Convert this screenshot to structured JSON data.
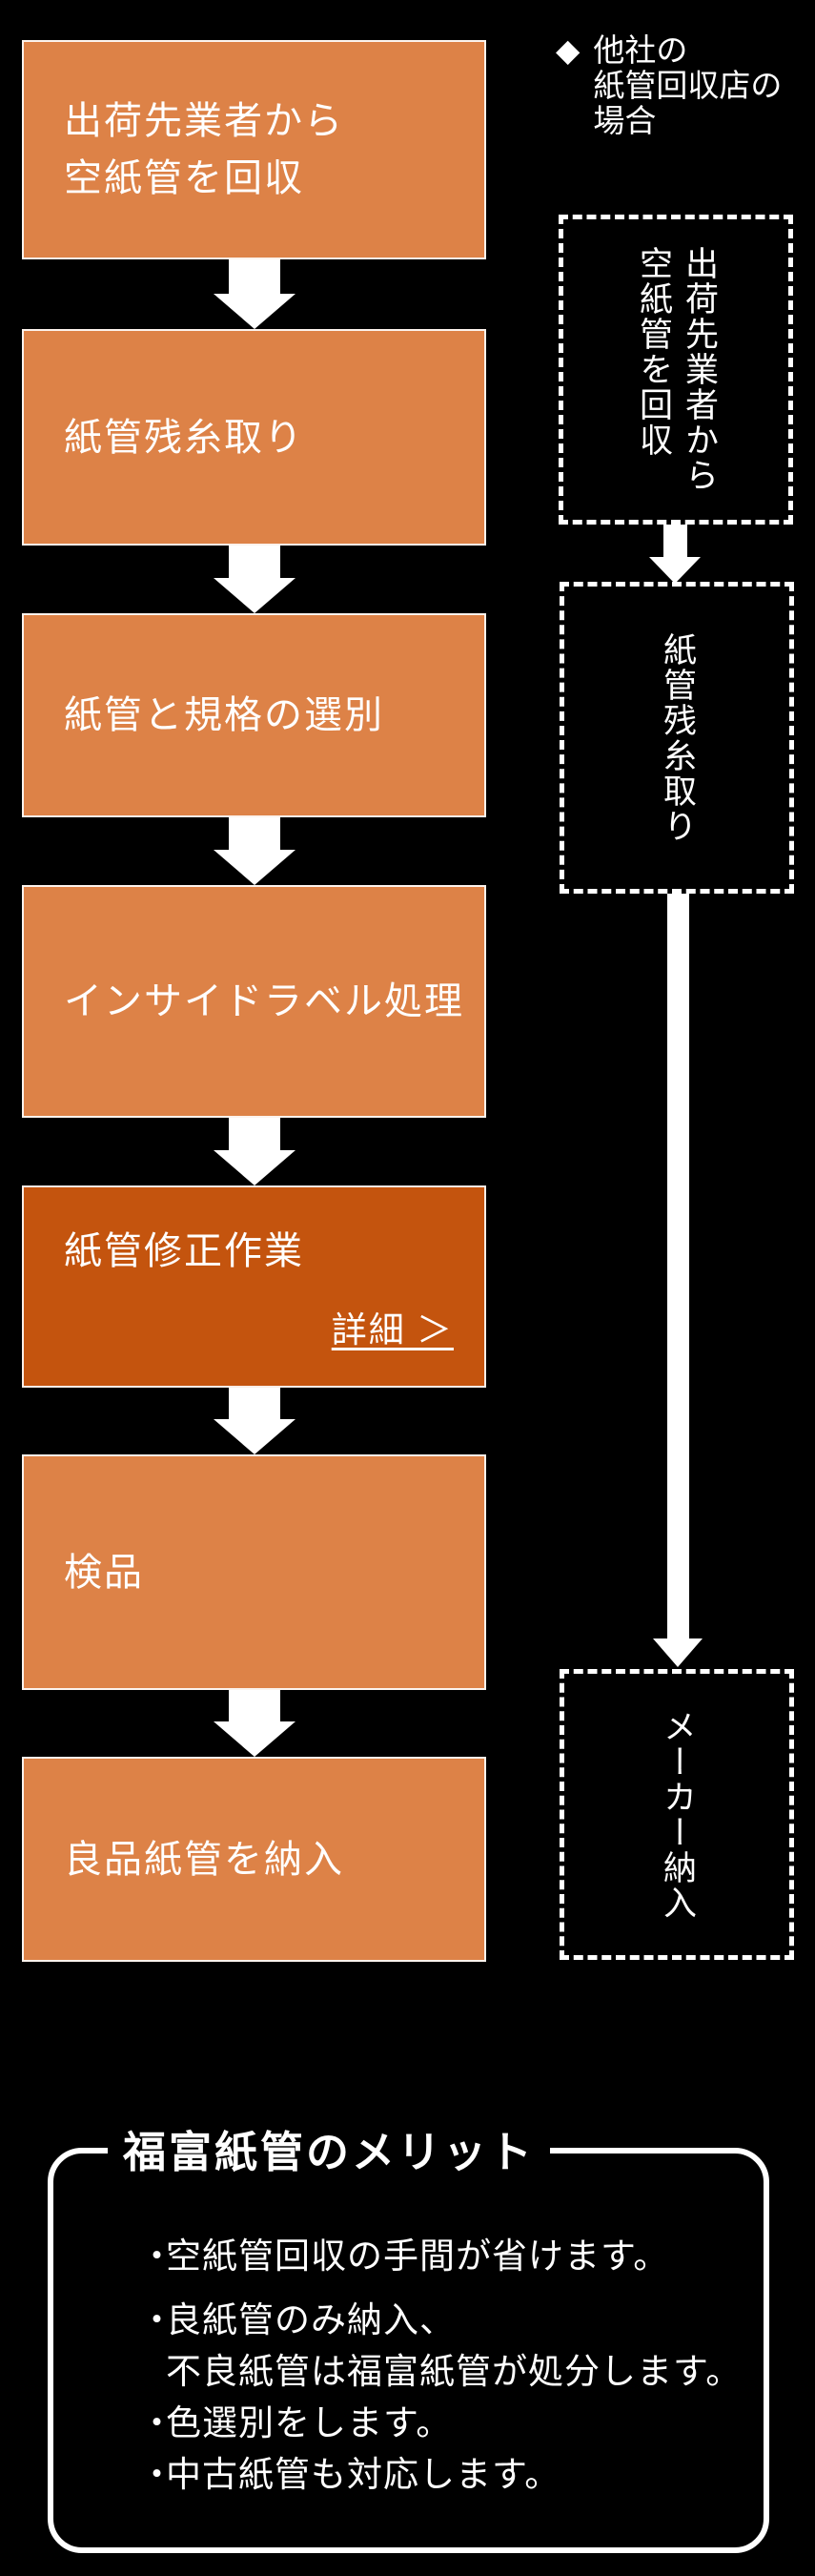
{
  "colors": {
    "background": "#000000",
    "box_orange": "#DD8247",
    "box_orange_dark": "#C4540E",
    "line_white": "#FFFFFF"
  },
  "left_flow": {
    "steps": [
      {
        "label": "出荷先業者から\n空紙管を回収"
      },
      {
        "label": "紙管残糸取り"
      },
      {
        "label": "紙管と規格の選別"
      },
      {
        "label": "インサイドラベル処理"
      },
      {
        "label": "紙管修正作業",
        "link_label": "詳細 ＞"
      },
      {
        "label": "検品"
      },
      {
        "label": "良品紙管を納入"
      }
    ]
  },
  "right_flow": {
    "heading": {
      "bullet": "◆",
      "text": "他社の\n紙管回収店の\n場合"
    },
    "steps": [
      {
        "label": "出荷先業者から\n空紙管を回収"
      },
      {
        "label": "紙管残糸取り"
      },
      {
        "label": "メーカー納入"
      }
    ]
  },
  "merits": {
    "title": "福富紙管のメリット",
    "items": [
      {
        "bullet": "・",
        "text": "空紙管回収の手間が省けます。"
      },
      {
        "bullet": "・",
        "text": "良紙管のみ納入、\n不良紙管は福富紙管が処分します。"
      },
      {
        "bullet": "・",
        "text": "色選別をします。"
      },
      {
        "bullet": "・",
        "text": "中古紙管も対応します。"
      }
    ]
  }
}
